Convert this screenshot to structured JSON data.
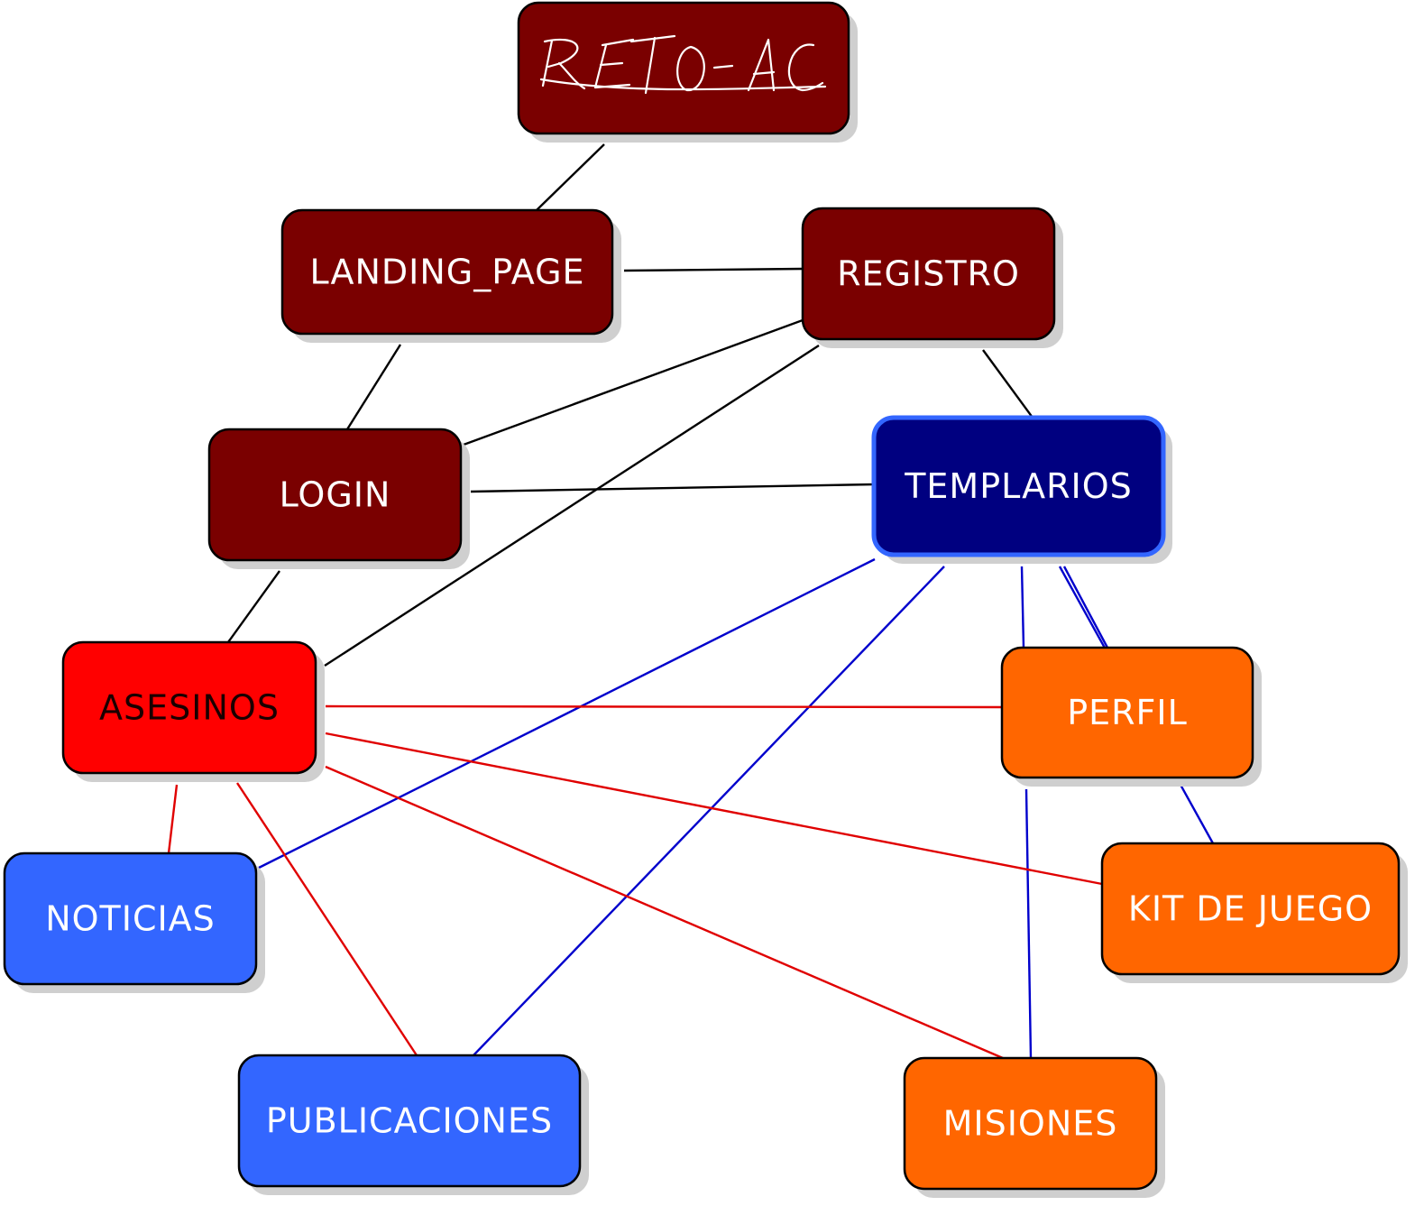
{
  "diagram": {
    "title": "RETO- AC",
    "nodes": [
      {
        "id": "reto",
        "label": "RETO- AC",
        "fill": "#7a0000",
        "text_color": "#ffffff",
        "handwritten": true
      },
      {
        "id": "landing",
        "label": "LANDING_PAGE",
        "fill": "#7a0000",
        "text_color": "#ffffff"
      },
      {
        "id": "registro",
        "label": "REGISTRO",
        "fill": "#7a0000",
        "text_color": "#ffffff"
      },
      {
        "id": "login",
        "label": "LOGIN",
        "fill": "#7a0000",
        "text_color": "#ffffff"
      },
      {
        "id": "templarios",
        "label": "TEMPLARIOS",
        "fill": "#000080",
        "text_color": "#ffffff",
        "border": "#3366ff"
      },
      {
        "id": "asesinos",
        "label": "ASESINOS",
        "fill": "#ff0000",
        "text_color": "#1a0000"
      },
      {
        "id": "perfil",
        "label": "PERFIL",
        "fill": "#ff6600",
        "text_color": "#ffffff"
      },
      {
        "id": "kit",
        "label": "KIT DE JUEGO",
        "fill": "#ff6600",
        "text_color": "#ffffff"
      },
      {
        "id": "noticias",
        "label": "NOTICIAS",
        "fill": "#3366ff",
        "text_color": "#ffffff"
      },
      {
        "id": "publicaciones",
        "label": "PUBLICACIONES",
        "fill": "#3366ff",
        "text_color": "#ffffff"
      },
      {
        "id": "misiones",
        "label": "MISIONES",
        "fill": "#ff6600",
        "text_color": "#ffffff"
      }
    ],
    "edges": [
      {
        "from": "reto",
        "to": "landing",
        "color": "#000000"
      },
      {
        "from": "landing",
        "to": "registro",
        "color": "#000000"
      },
      {
        "from": "landing",
        "to": "login",
        "color": "#000000"
      },
      {
        "from": "registro",
        "to": "login",
        "color": "#000000"
      },
      {
        "from": "registro",
        "to": "asesinos",
        "color": "#000000"
      },
      {
        "from": "registro",
        "to": "templarios",
        "color": "#000000"
      },
      {
        "from": "login",
        "to": "templarios",
        "color": "#000000"
      },
      {
        "from": "login",
        "to": "asesinos",
        "color": "#000000"
      },
      {
        "from": "templarios",
        "to": "noticias",
        "color": "#0000cc"
      },
      {
        "from": "templarios",
        "to": "publicaciones",
        "color": "#0000cc"
      },
      {
        "from": "templarios",
        "to": "perfil",
        "color": "#0000cc"
      },
      {
        "from": "templarios",
        "to": "kit",
        "color": "#0000cc"
      },
      {
        "from": "templarios",
        "to": "misiones",
        "color": "#0000cc"
      },
      {
        "from": "asesinos",
        "to": "perfil",
        "color": "#e00000"
      },
      {
        "from": "asesinos",
        "to": "kit",
        "color": "#e00000"
      },
      {
        "from": "asesinos",
        "to": "misiones",
        "color": "#e00000"
      },
      {
        "from": "asesinos",
        "to": "noticias",
        "color": "#e00000"
      },
      {
        "from": "asesinos",
        "to": "publicaciones",
        "color": "#e00000"
      }
    ]
  }
}
